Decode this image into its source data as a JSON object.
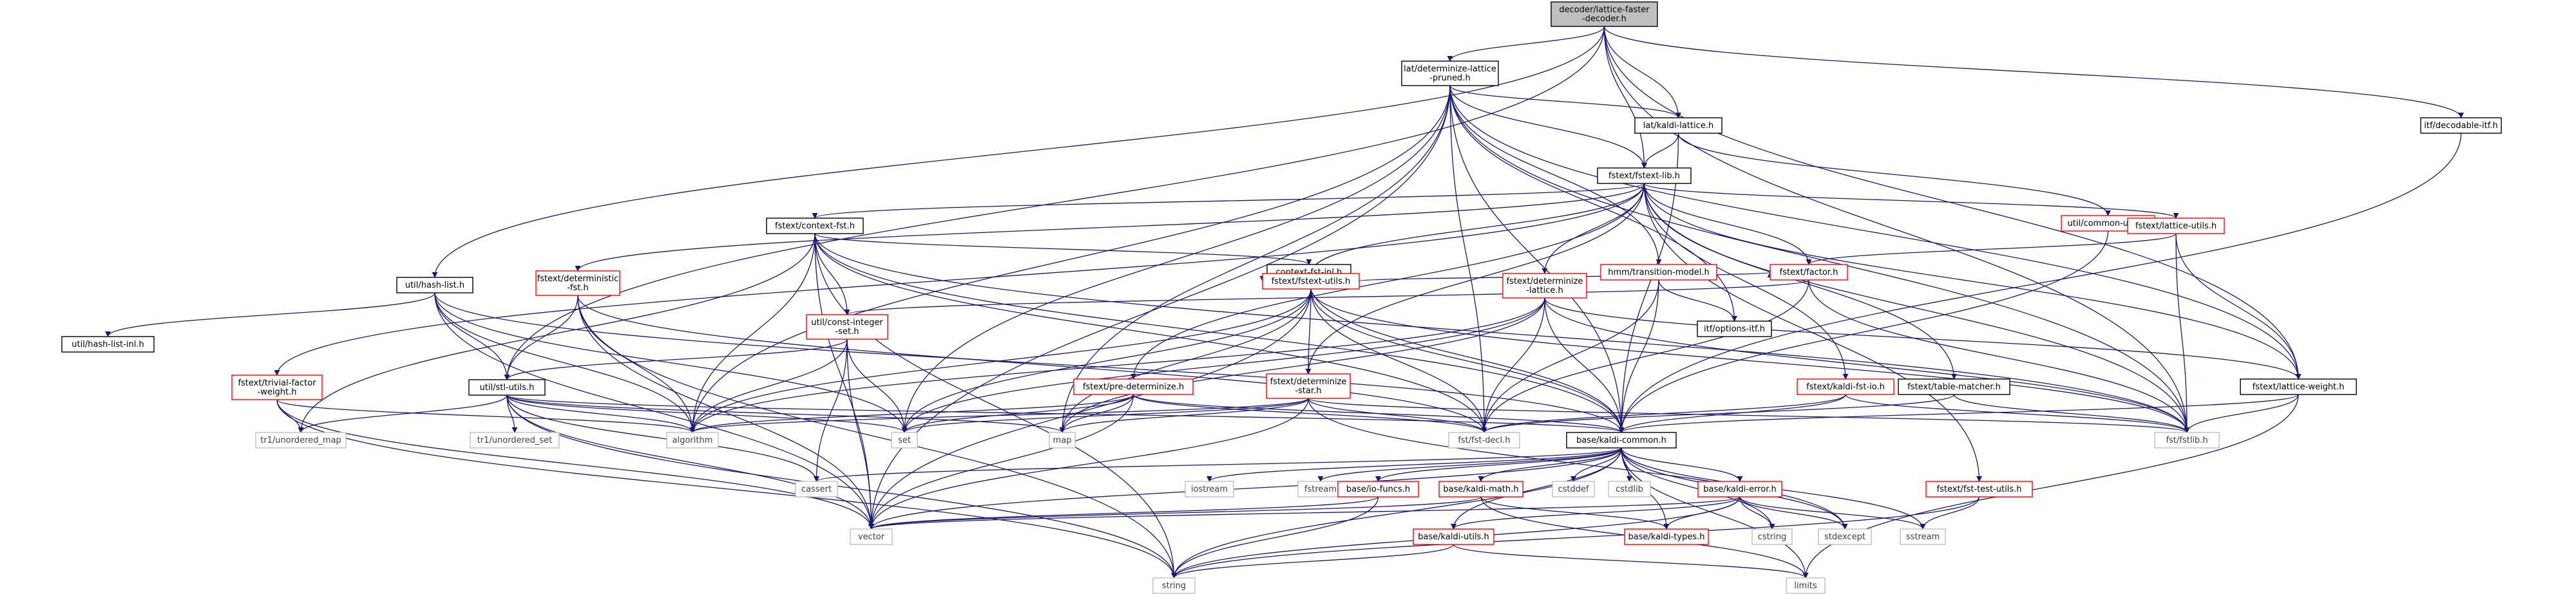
{
  "graph": {
    "colors": {
      "black": "#000000",
      "red": "#ff0000",
      "gray": "#bfbfbf",
      "root_fill": "#bfbfbf",
      "edge": "#191970",
      "gray_text": "#404040"
    },
    "nodes": [
      {
        "id": "root",
        "lines": [
          "decoder/lattice-faster",
          "-decoder.h"
        ],
        "style": "root"
      },
      {
        "id": "det_lat_pruned",
        "lines": [
          "lat/determinize-lattice",
          "-pruned.h"
        ],
        "style": "black"
      },
      {
        "id": "kaldi_lattice",
        "lines": [
          "lat/kaldi-lattice.h"
        ],
        "style": "black"
      },
      {
        "id": "decodable_itf",
        "lines": [
          "itf/decodable-itf.h"
        ],
        "style": "black"
      },
      {
        "id": "fstext_lib",
        "lines": [
          "fstext/fstext-lib.h"
        ],
        "style": "black"
      },
      {
        "id": "common_utils",
        "lines": [
          "util/common-utils.h"
        ],
        "style": "red"
      },
      {
        "id": "context_fst",
        "lines": [
          "fstext/context-fst.h"
        ],
        "style": "black"
      },
      {
        "id": "lattice_utils",
        "lines": [
          "fstext/lattice-utils.h"
        ],
        "style": "red"
      },
      {
        "id": "context_fst_inl",
        "lines": [
          "context-fst-inl.h"
        ],
        "style": "black"
      },
      {
        "id": "transition_model",
        "lines": [
          "hmm/transition-model.h"
        ],
        "style": "red"
      },
      {
        "id": "factor",
        "lines": [
          "fstext/factor.h"
        ],
        "style": "red"
      },
      {
        "id": "hash_list",
        "lines": [
          "util/hash-list.h"
        ],
        "style": "black"
      },
      {
        "id": "deterministic_fst",
        "lines": [
          "fstext/deterministic",
          "-fst.h"
        ],
        "style": "red"
      },
      {
        "id": "const_integer_set",
        "lines": [
          "util/const-integer",
          "-set.h"
        ],
        "style": "red"
      },
      {
        "id": "fstext_utils",
        "lines": [
          "fstext/fstext-utils.h"
        ],
        "style": "red"
      },
      {
        "id": "det_lattice",
        "lines": [
          "fstext/determinize",
          "-lattice.h"
        ],
        "style": "red"
      },
      {
        "id": "options_itf",
        "lines": [
          "itf/options-itf.h"
        ],
        "style": "black"
      },
      {
        "id": "hash_list_inl",
        "lines": [
          "util/hash-list-inl.h"
        ],
        "style": "black"
      },
      {
        "id": "trivial_factor",
        "lines": [
          "fstext/trivial-factor",
          "-weight.h"
        ],
        "style": "red"
      },
      {
        "id": "stl_utils",
        "lines": [
          "util/stl-utils.h"
        ],
        "style": "black"
      },
      {
        "id": "pre_determinize",
        "lines": [
          "fstext/pre-determinize.h"
        ],
        "style": "red"
      },
      {
        "id": "det_star",
        "lines": [
          "fstext/determinize",
          "-star.h"
        ],
        "style": "red"
      },
      {
        "id": "kaldi_fst_io",
        "lines": [
          "fstext/kaldi-fst-io.h"
        ],
        "style": "red"
      },
      {
        "id": "table_matcher",
        "lines": [
          "fstext/table-matcher.h"
        ],
        "style": "black"
      },
      {
        "id": "lattice_weight",
        "lines": [
          "fstext/lattice-weight.h"
        ],
        "style": "black"
      },
      {
        "id": "unordered_map",
        "lines": [
          "tr1/unordered_map"
        ],
        "style": "gray"
      },
      {
        "id": "algorithm",
        "lines": [
          "algorithm"
        ],
        "style": "gray"
      },
      {
        "id": "unordered_set",
        "lines": [
          "tr1/unordered_set"
        ],
        "style": "gray"
      },
      {
        "id": "set",
        "lines": [
          "set"
        ],
        "style": "gray"
      },
      {
        "id": "map",
        "lines": [
          "map"
        ],
        "style": "gray"
      },
      {
        "id": "fst_decl",
        "lines": [
          "fst/fst-decl.h"
        ],
        "style": "gray"
      },
      {
        "id": "kaldi_common",
        "lines": [
          "base/kaldi-common.h"
        ],
        "style": "black"
      },
      {
        "id": "fstlib",
        "lines": [
          "fst/fstlib.h"
        ],
        "style": "gray"
      },
      {
        "id": "cassert",
        "lines": [
          "cassert"
        ],
        "style": "gray"
      },
      {
        "id": "iostream",
        "lines": [
          "iostream"
        ],
        "style": "gray"
      },
      {
        "id": "fstream",
        "lines": [
          "fstream"
        ],
        "style": "gray"
      },
      {
        "id": "io_funcs",
        "lines": [
          "base/io-funcs.h"
        ],
        "style": "red"
      },
      {
        "id": "kaldi_math",
        "lines": [
          "base/kaldi-math.h"
        ],
        "style": "red"
      },
      {
        "id": "cstddef",
        "lines": [
          "cstddef"
        ],
        "style": "gray"
      },
      {
        "id": "cstdlib",
        "lines": [
          "cstdlib"
        ],
        "style": "gray"
      },
      {
        "id": "kaldi_error",
        "lines": [
          "base/kaldi-error.h"
        ],
        "style": "red"
      },
      {
        "id": "fst_test_utils",
        "lines": [
          "fstext/fst-test-utils.h"
        ],
        "style": "red"
      },
      {
        "id": "vector",
        "lines": [
          "vector"
        ],
        "style": "gray"
      },
      {
        "id": "kaldi_utils",
        "lines": [
          "base/kaldi-utils.h"
        ],
        "style": "red"
      },
      {
        "id": "kaldi_types",
        "lines": [
          "base/kaldi-types.h"
        ],
        "style": "red"
      },
      {
        "id": "cstring",
        "lines": [
          "cstring"
        ],
        "style": "gray"
      },
      {
        "id": "stdexcept",
        "lines": [
          "stdexcept"
        ],
        "style": "gray"
      },
      {
        "id": "sstream",
        "lines": [
          "sstream"
        ],
        "style": "gray"
      },
      {
        "id": "string",
        "lines": [
          "string"
        ],
        "style": "gray"
      },
      {
        "id": "limits",
        "lines": [
          "limits"
        ],
        "style": "gray"
      }
    ],
    "edges": [
      [
        "root",
        "det_lat_pruned"
      ],
      [
        "root",
        "kaldi_lattice"
      ],
      [
        "root",
        "fstext_lib"
      ],
      [
        "root",
        "decodable_itf"
      ],
      [
        "root",
        "hash_list"
      ],
      [
        "root",
        "stl_utils"
      ],
      [
        "root",
        "fstlib"
      ],
      [
        "root",
        "lattice_weight"
      ],
      [
        "det_lat_pruned",
        "kaldi_lattice"
      ],
      [
        "det_lat_pruned",
        "fstext_lib"
      ],
      [
        "det_lat_pruned",
        "transition_model"
      ],
      [
        "det_lat_pruned",
        "options_itf"
      ],
      [
        "det_lat_pruned",
        "algorithm"
      ],
      [
        "det_lat_pruned",
        "set"
      ],
      [
        "det_lat_pruned",
        "map"
      ],
      [
        "det_lat_pruned",
        "vector"
      ],
      [
        "det_lat_pruned",
        "fst_decl"
      ],
      [
        "det_lat_pruned",
        "kaldi_common"
      ],
      [
        "det_lat_pruned",
        "lattice_weight"
      ],
      [
        "det_lat_pruned",
        "fstlib"
      ],
      [
        "kaldi_lattice",
        "fstext_lib"
      ],
      [
        "kaldi_lattice",
        "common_utils"
      ],
      [
        "kaldi_lattice",
        "kaldi_common"
      ],
      [
        "decodable_itf",
        "kaldi_common"
      ],
      [
        "fstext_lib",
        "context_fst"
      ],
      [
        "fstext_lib",
        "lattice_utils"
      ],
      [
        "fstext_lib",
        "factor"
      ],
      [
        "fstext_lib",
        "deterministic_fst"
      ],
      [
        "fstext_lib",
        "fstext_utils"
      ],
      [
        "fstext_lib",
        "det_lattice"
      ],
      [
        "fstext_lib",
        "pre_determinize"
      ],
      [
        "fstext_lib",
        "det_star"
      ],
      [
        "fstext_lib",
        "kaldi_fst_io"
      ],
      [
        "fstext_lib",
        "table_matcher"
      ],
      [
        "fstext_lib",
        "lattice_weight"
      ],
      [
        "fstext_lib",
        "fstlib"
      ],
      [
        "fstext_lib",
        "trivial_factor"
      ],
      [
        "fstext_lib",
        "fst_test_utils"
      ],
      [
        "common_utils",
        "kaldi_common"
      ],
      [
        "context_fst",
        "context_fst_inl"
      ],
      [
        "context_fst",
        "const_integer_set"
      ],
      [
        "context_fst",
        "fst_decl"
      ],
      [
        "context_fst",
        "algorithm"
      ],
      [
        "context_fst",
        "string"
      ],
      [
        "context_fst",
        "vector"
      ],
      [
        "context_fst",
        "unordered_map"
      ],
      [
        "context_fst",
        "fstlib"
      ],
      [
        "context_fst",
        "kaldi_common"
      ],
      [
        "lattice_utils",
        "factor"
      ],
      [
        "lattice_utils",
        "lattice_weight"
      ],
      [
        "lattice_utils",
        "fstlib"
      ],
      [
        "context_fst_inl",
        "fstext_utils"
      ],
      [
        "context_fst_inl",
        "kaldi_common"
      ],
      [
        "transition_model",
        "options_itf"
      ],
      [
        "transition_model",
        "fst_decl"
      ],
      [
        "transition_model",
        "kaldi_common"
      ],
      [
        "factor",
        "const_integer_set"
      ],
      [
        "factor",
        "fstlib"
      ],
      [
        "factor",
        "fst_decl"
      ],
      [
        "hash_list",
        "hash_list_inl"
      ],
      [
        "hash_list",
        "stl_utils"
      ],
      [
        "hash_list",
        "algorithm"
      ],
      [
        "hash_list",
        "set"
      ],
      [
        "hash_list",
        "vector"
      ],
      [
        "hash_list",
        "kaldi_common"
      ],
      [
        "deterministic_fst",
        "stl_utils"
      ],
      [
        "deterministic_fst",
        "algorithm"
      ],
      [
        "deterministic_fst",
        "string"
      ],
      [
        "deterministic_fst",
        "vector"
      ],
      [
        "deterministic_fst",
        "fst_decl"
      ],
      [
        "const_integer_set",
        "stl_utils"
      ],
      [
        "const_integer_set",
        "algorithm"
      ],
      [
        "const_integer_set",
        "set"
      ],
      [
        "const_integer_set",
        "vector"
      ],
      [
        "const_integer_set",
        "cassert"
      ],
      [
        "fstext_utils",
        "det_star"
      ],
      [
        "fstext_utils",
        "algorithm"
      ],
      [
        "fstext_utils",
        "set"
      ],
      [
        "fstext_utils",
        "map"
      ],
      [
        "fstext_utils",
        "vector"
      ],
      [
        "fstext_utils",
        "fst_decl"
      ],
      [
        "fstext_utils",
        "kaldi_common"
      ],
      [
        "fstext_utils",
        "fstlib"
      ],
      [
        "fstext_utils",
        "factor"
      ],
      [
        "det_lattice",
        "set"
      ],
      [
        "det_lattice",
        "map"
      ],
      [
        "det_lattice",
        "fst_decl"
      ],
      [
        "det_lattice",
        "kaldi_common"
      ],
      [
        "det_lattice",
        "lattice_weight"
      ],
      [
        "det_lattice",
        "fstlib"
      ],
      [
        "det_lattice",
        "algorithm"
      ],
      [
        "trivial_factor",
        "unordered_map"
      ],
      [
        "trivial_factor",
        "algorithm"
      ],
      [
        "trivial_factor",
        "string"
      ],
      [
        "trivial_factor",
        "vector"
      ],
      [
        "stl_utils",
        "unordered_map"
      ],
      [
        "stl_utils",
        "unordered_set"
      ],
      [
        "stl_utils",
        "algorithm"
      ],
      [
        "stl_utils",
        "map"
      ],
      [
        "stl_utils",
        "set"
      ],
      [
        "stl_utils",
        "vector"
      ],
      [
        "stl_utils",
        "string"
      ],
      [
        "stl_utils",
        "kaldi_common"
      ],
      [
        "stl_utils",
        "cassert"
      ],
      [
        "pre_determinize",
        "algorithm"
      ],
      [
        "pre_determinize",
        "map"
      ],
      [
        "pre_determinize",
        "set"
      ],
      [
        "pre_determinize",
        "vector"
      ],
      [
        "pre_determinize",
        "kaldi_common"
      ],
      [
        "pre_determinize",
        "fst_decl"
      ],
      [
        "det_star",
        "algorithm"
      ],
      [
        "det_star",
        "map"
      ],
      [
        "det_star",
        "set"
      ],
      [
        "det_star",
        "vector"
      ],
      [
        "det_star",
        "fst_decl"
      ],
      [
        "det_star",
        "fstlib"
      ],
      [
        "det_star",
        "stdexcept"
      ],
      [
        "kaldi_fst_io",
        "fstlib"
      ],
      [
        "kaldi_fst_io",
        "kaldi_common"
      ],
      [
        "kaldi_fst_io",
        "fst_decl"
      ],
      [
        "table_matcher",
        "fstlib"
      ],
      [
        "table_matcher",
        "fst_decl"
      ],
      [
        "lattice_weight",
        "fstlib"
      ],
      [
        "lattice_weight",
        "kaldi_common"
      ],
      [
        "lattice_weight",
        "limits"
      ],
      [
        "kaldi_common",
        "cassert"
      ],
      [
        "kaldi_common",
        "iostream"
      ],
      [
        "kaldi_common",
        "fstream"
      ],
      [
        "kaldi_common",
        "io_funcs"
      ],
      [
        "kaldi_common",
        "kaldi_math"
      ],
      [
        "kaldi_common",
        "cstddef"
      ],
      [
        "kaldi_common",
        "cstdlib"
      ],
      [
        "kaldi_common",
        "kaldi_error"
      ],
      [
        "kaldi_common",
        "vector"
      ],
      [
        "kaldi_common",
        "string"
      ],
      [
        "kaldi_common",
        "kaldi_utils"
      ],
      [
        "kaldi_common",
        "kaldi_types"
      ],
      [
        "kaldi_common",
        "cstring"
      ],
      [
        "kaldi_common",
        "stdexcept"
      ],
      [
        "kaldi_common",
        "sstream"
      ],
      [
        "kaldi_common",
        "limits"
      ],
      [
        "io_funcs",
        "vector"
      ],
      [
        "io_funcs",
        "string"
      ],
      [
        "kaldi_math",
        "kaldi_types"
      ],
      [
        "kaldi_math",
        "vector"
      ],
      [
        "kaldi_math",
        "limits"
      ],
      [
        "kaldi_error",
        "kaldi_types"
      ],
      [
        "kaldi_error",
        "stdexcept"
      ],
      [
        "kaldi_error",
        "cstring"
      ],
      [
        "kaldi_error",
        "sstream"
      ],
      [
        "kaldi_error",
        "string"
      ],
      [
        "kaldi_error",
        "kaldi_utils"
      ],
      [
        "kaldi_error",
        "vector"
      ],
      [
        "kaldi_utils",
        "string"
      ],
      [
        "kaldi_utils",
        "limits"
      ],
      [
        "fst_test_utils",
        "sstream"
      ],
      [
        "fst_test_utils",
        "string"
      ]
    ]
  }
}
